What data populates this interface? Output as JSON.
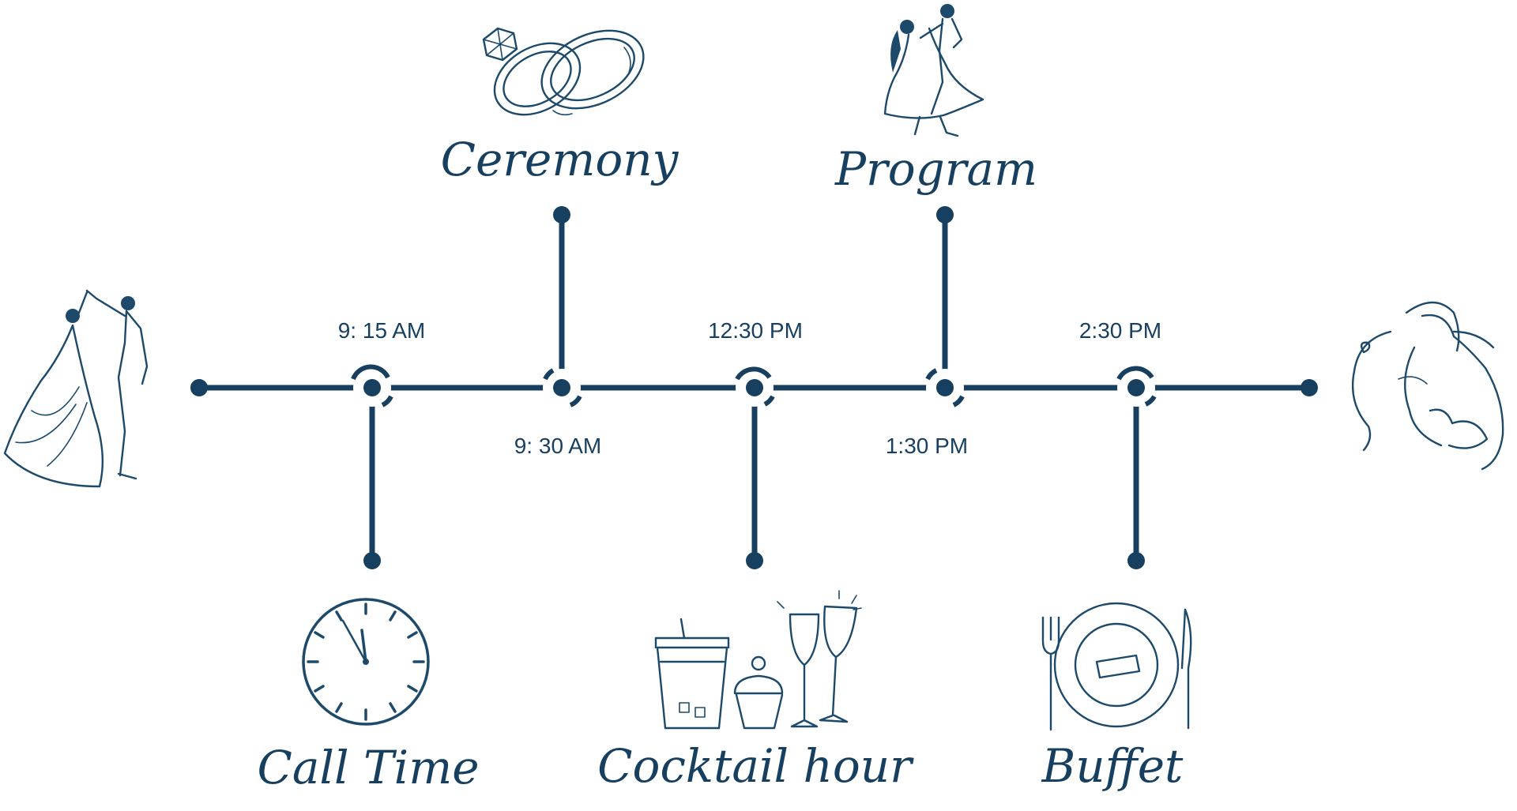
{
  "timeline": {
    "colors": {
      "ink": "#173f5f",
      "line": "#173f5f",
      "background": "#ffffff"
    },
    "events": [
      {
        "id": "call-time",
        "time": "9: 15 AM",
        "label": "Call Time",
        "icon": "clock-icon"
      },
      {
        "id": "ceremony",
        "time": "9: 30 AM",
        "label": "Ceremony",
        "icon": "wedding-rings-icon"
      },
      {
        "id": "cocktail-hour",
        "time": "12:30 PM",
        "label": "Cocktail hour",
        "icon": "cocktail-drinks-icon"
      },
      {
        "id": "program",
        "time": "1:30 PM",
        "label": "Program",
        "icon": "dancing-couple-icon"
      },
      {
        "id": "buffet",
        "time": "2:30 PM",
        "label": "Buffet",
        "icon": "place-setting-icon"
      }
    ],
    "start_icon": "bride-groom-twirl-icon",
    "end_icon": "embracing-couple-icon"
  }
}
